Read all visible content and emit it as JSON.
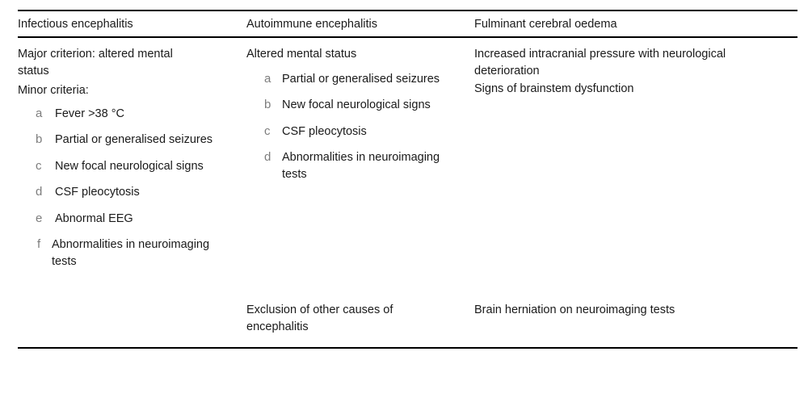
{
  "table": {
    "columns": [
      {
        "id": "infectious-encephalitis",
        "header": "Infectious encephalitis",
        "intro": [
          "Major criterion: altered mental status",
          "Minor criteria:"
        ],
        "items": [
          {
            "marker": "a",
            "text": "Fever >38 °C"
          },
          {
            "marker": "b",
            "text": "Partial or generalised seizures"
          },
          {
            "marker": "c",
            "text": "New focal neurological signs"
          },
          {
            "marker": "d",
            "text": "CSF pleocytosis"
          },
          {
            "marker": "e",
            "text": "Abnormal EEG"
          },
          {
            "marker": "f",
            "text": "Abnormalities in neuroimaging tests"
          }
        ],
        "footer": ""
      },
      {
        "id": "autoimmune-encephalitis",
        "header": "Autoimmune encephalitis",
        "intro": [
          "Altered mental status"
        ],
        "items": [
          {
            "marker": "a",
            "text": "Partial or generalised seizures"
          },
          {
            "marker": "b",
            "text": "New focal neurological signs"
          },
          {
            "marker": "c",
            "text": "CSF pleocytosis"
          },
          {
            "marker": "d",
            "text": "Abnormalities in neuroimaging tests"
          }
        ],
        "footer": "Exclusion of other causes of encephalitis"
      },
      {
        "id": "fulminant-cerebral-oedema",
        "header": "Fulminant cerebral oedema",
        "intro": [
          "Increased intracranial pressure with neurological deterioration",
          "Signs of brainstem dysfunction"
        ],
        "items": [],
        "footer": "Brain herniation on neuroimaging tests"
      }
    ]
  },
  "colors": {
    "rule": "#000000",
    "text": "#1a1a1a",
    "marker": "#7d7d7d",
    "background": "#ffffff"
  }
}
